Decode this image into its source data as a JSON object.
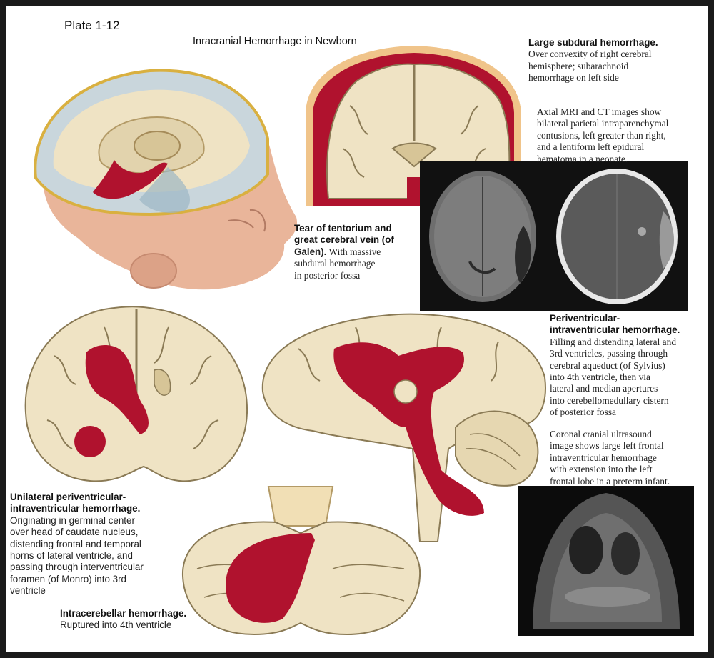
{
  "plate_label": "Plate 1-12",
  "title": "Inracranial Hemorrhage in Newborn",
  "captions": {
    "subdural": {
      "heading": "Large subdural hemorrhage.",
      "lines": [
        "Over convexity of right cerebral",
        "hemisphere; subarachnoid",
        "hemorrhage on left side"
      ]
    },
    "mri_ct": {
      "lines": [
        "Axial MRI and CT images show",
        "bilateral parietal intraparenchymal",
        "contusions, left greater than right,",
        "and a lentiform left epidural",
        "hematoma in a neonate."
      ]
    },
    "tentorium": {
      "heading_lines": [
        "Tear of tentorium and",
        "great cerebral vein (of",
        "Galen)."
      ],
      "heading_tail": "With massive",
      "lines": [
        "subdural hemorrhage",
        "in posterior fossa"
      ]
    },
    "periventricular": {
      "heading_lines": [
        "Periventricular-",
        "intraventricular hemorrhage."
      ],
      "lines": [
        "Filling and distending lateral and",
        "3rd ventricles, passing through",
        "cerebral aqueduct (of Sylvius)",
        "into 4th ventricle, then via",
        "lateral and median apertures",
        "into cerebellomedullary cistern",
        "of posterior fossa"
      ]
    },
    "ultrasound": {
      "lines": [
        "Coronal cranial ultrasound",
        "image shows large left frontal",
        "intraventricular hemorrhage",
        "with extension into the left",
        "frontal lobe in a preterm infant."
      ]
    },
    "unilateral": {
      "heading_lines": [
        "Unilateral periventricular-",
        "intraventricular hemorrhage."
      ],
      "lines": [
        "Originating in germinal center",
        "over head of caudate nucleus,",
        "distending frontal and temporal",
        "horns of lateral ventricle, and",
        "passing through interventricular",
        "foramen (of Monro) into 3rd",
        "ventricle"
      ]
    },
    "intracerebellar": {
      "heading": "Intracerebellar hemorrhage.",
      "lines": [
        "Ruptured into 4th ventricle"
      ]
    }
  },
  "colors": {
    "blood": "#b0122e",
    "brain": "#efe3c4",
    "sulcus": "#8a7a55",
    "skin": "#e9b59a",
    "scan_dark": "#111111"
  }
}
